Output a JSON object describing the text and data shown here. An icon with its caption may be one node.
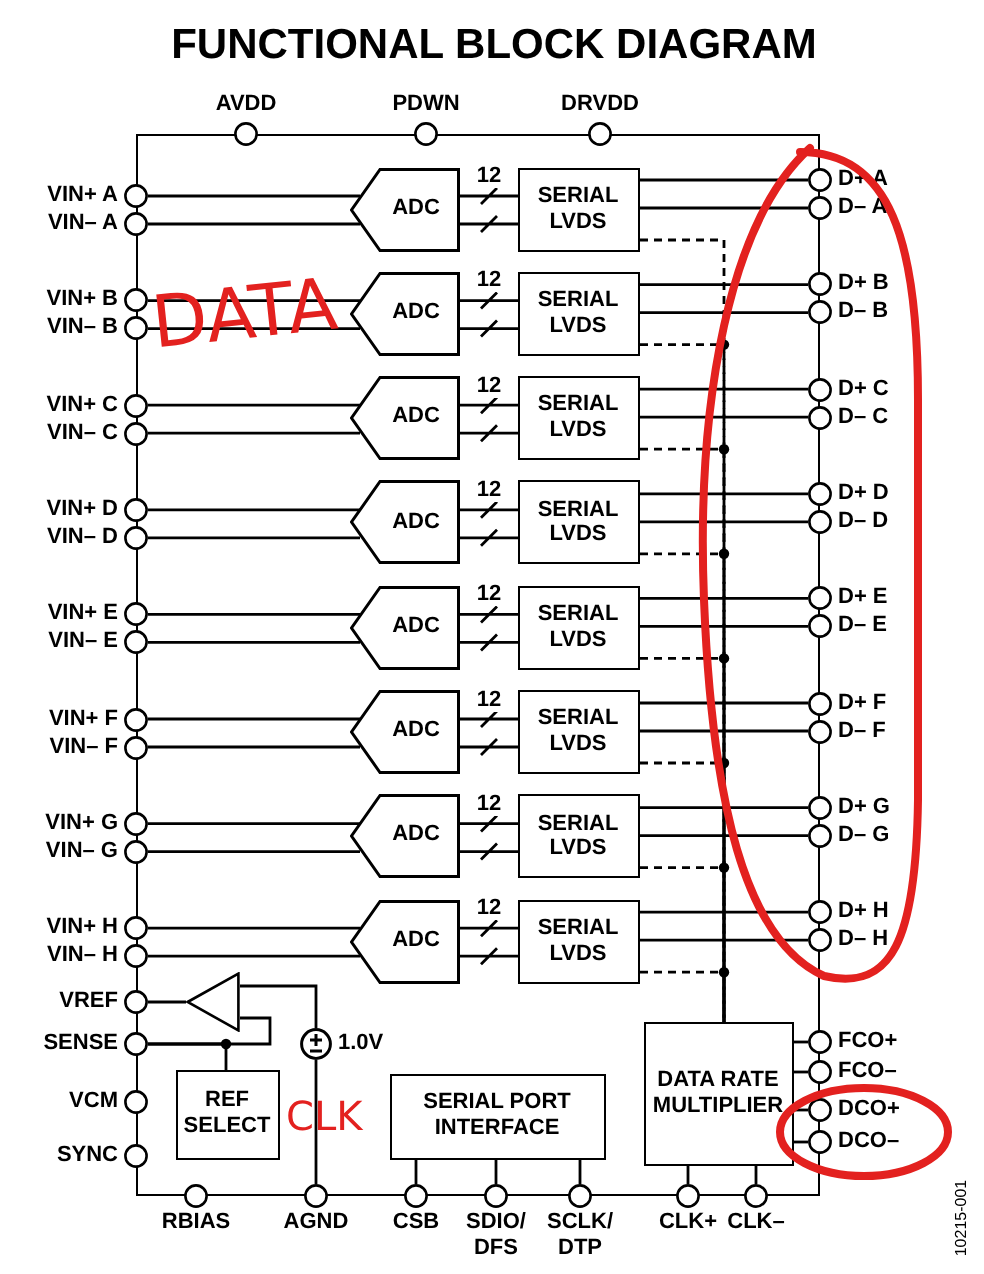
{
  "diagram": {
    "title": "FUNCTIONAL BLOCK DIAGRAM",
    "nodes": [
      {
        "text": [],
        "shape": "box"
      },
      {
        "text": [],
        "shape": "circle",
        "beside": [
          "AVDD"
        ]
      },
      {
        "text": [],
        "shape": "circle",
        "beside": [
          "PDWN"
        ]
      },
      {
        "text": [],
        "shape": "circle",
        "beside": [
          "DRVDD"
        ]
      },
      {
        "text": [],
        "shape": "circle",
        "beside": [
          "VIN+ A"
        ]
      },
      {
        "text": [],
        "shape": "circle",
        "beside": [
          "VIN– A"
        ]
      },
      {
        "text": [
          "ADC"
        ],
        "in": 0
      },
      {
        "text": [
          "SERIAL LVDS"
        ],
        "in": 0
      },
      {
        "text": [],
        "shape": "circle",
        "beside": [
          "D+ A"
        ]
      },
      {
        "text": [],
        "shape": "circle",
        "beside": [
          "D– A"
        ]
      },
      {
        "text": [],
        "shape": "circle",
        "beside": [
          "VIN+ B"
        ]
      },
      {
        "text": [],
        "shape": "circle",
        "beside": [
          "VIN– B"
        ]
      },
      {
        "text": [
          "ADC"
        ],
        "in": 0
      },
      {
        "text": [
          "SERIAL LVDS"
        ],
        "in": 0
      },
      {
        "text": [],
        "shape": "circle",
        "beside": [
          "D+ B"
        ]
      },
      {
        "text": [],
        "shape": "circle",
        "beside": [
          "D– B"
        ]
      },
      {
        "text": [],
        "shape": "circle",
        "beside": [
          "VIN+ C"
        ]
      },
      {
        "text": [],
        "shape": "circle",
        "beside": [
          "VIN– C"
        ]
      },
      {
        "text": [
          "ADC"
        ],
        "in": 0
      },
      {
        "text": [
          "SERIAL LVDS"
        ],
        "in": 0
      },
      {
        "text": [],
        "shape": "circle",
        "beside": [
          "D+ C"
        ]
      },
      {
        "text": [],
        "shape": "circle",
        "beside": [
          "D– C"
        ]
      },
      {
        "text": [],
        "shape": "circle",
        "beside": [
          "VIN+ D"
        ]
      },
      {
        "text": [],
        "shape": "circle",
        "beside": [
          "VIN– D"
        ]
      },
      {
        "text": [
          "ADC"
        ],
        "in": 0
      },
      {
        "text": [
          "SERIAL LVDS"
        ],
        "in": 0
      },
      {
        "text": [],
        "shape": "circle",
        "beside": [
          "D+ D"
        ]
      },
      {
        "text": [],
        "shape": "circle",
        "beside": [
          "D– D"
        ]
      },
      {
        "text": [],
        "shape": "circle",
        "beside": [
          "VIN+ E"
        ]
      },
      {
        "text": [],
        "shape": "circle",
        "beside": [
          "VIN– E"
        ]
      },
      {
        "text": [
          "ADC"
        ],
        "in": 0
      },
      {
        "text": [
          "SERIAL LVDS"
        ],
        "in": 0
      },
      {
        "text": [],
        "shape": "circle",
        "beside": [
          "D+ E"
        ]
      },
      {
        "text": [],
        "shape": "circle",
        "beside": [
          "D– E"
        ]
      },
      {
        "text": [],
        "shape": "circle",
        "beside": [
          "VIN+ F"
        ]
      },
      {
        "text": [],
        "shape": "circle",
        "beside": [
          "VIN– F"
        ]
      },
      {
        "text": [
          "ADC"
        ],
        "in": 0
      },
      {
        "text": [
          "SERIAL LVDS"
        ],
        "in": 0
      },
      {
        "text": [],
        "shape": "circle",
        "beside": [
          "D+ F"
        ]
      },
      {
        "text": [],
        "shape": "circle",
        "beside": [
          "D– F"
        ]
      },
      {
        "text": [],
        "shape": "circle",
        "beside": [
          "VIN+ G"
        ]
      },
      {
        "text": [],
        "shape": "circle",
        "beside": [
          "VIN– G"
        ]
      },
      {
        "text": [
          "ADC"
        ],
        "in": 0
      },
      {
        "text": [
          "SERIAL LVDS"
        ],
        "in": 0
      },
      {
        "text": [],
        "shape": "circle",
        "beside": [
          "D+ G"
        ]
      },
      {
        "text": [],
        "shape": "circle",
        "beside": [
          "D– G"
        ]
      },
      {
        "text": [],
        "shape": "circle",
        "beside": [
          "VIN+ H"
        ]
      },
      {
        "text": [],
        "shape": "circle",
        "beside": [
          "VIN– H"
        ]
      },
      {
        "text": [
          "ADC"
        ],
        "in": 0
      },
      {
        "text": [
          "SERIAL LVDS"
        ],
        "in": 0
      },
      {
        "text": [],
        "shape": "circle",
        "beside": [
          "D+ H"
        ]
      },
      {
        "text": [],
        "shape": "circle",
        "beside": [
          "D– H"
        ]
      },
      {
        "text": [],
        "shape": "triangle",
        "in": 0
      },
      {
        "text": [],
        "shape": "circle",
        "beside": [
          "VREF"
        ]
      },
      {
        "text": [],
        "shape": "circle",
        "in": 0,
        "beside": [
          "1.0V"
        ]
      },
      {
        "text": [],
        "shape": "circle",
        "beside": [
          "SENSE"
        ]
      },
      {
        "text": [
          "REF SELECT"
        ],
        "in": 0
      },
      {
        "text": [],
        "shape": "circle",
        "beside": [
          "VCM"
        ]
      },
      {
        "text": [],
        "shape": "circle",
        "beside": [
          "SYNC"
        ]
      },
      {
        "text": [
          "SERIAL PORT INTERFACE"
        ],
        "in": 0
      },
      {
        "text": [
          "DATA RATE MULTIPLIER"
        ],
        "in": 0
      },
      {
        "text": [],
        "shape": "circle",
        "beside": [
          "FCO+"
        ]
      },
      {
        "text": [],
        "shape": "circle",
        "beside": [
          "FCO–"
        ]
      },
      {
        "text": [],
        "shape": "circle",
        "beside": [
          "DCO+"
        ]
      },
      {
        "text": [],
        "shape": "circle",
        "beside": [
          "DCO–"
        ]
      },
      {
        "text": [],
        "shape": "circle",
        "beside": [
          "RBIAS"
        ]
      },
      {
        "text": [],
        "shape": "circle",
        "beside": [
          "AGND"
        ]
      },
      {
        "text": [],
        "shape": "circle",
        "beside": [
          "CSB"
        ]
      },
      {
        "text": [],
        "shape": "circle",
        "beside": [
          "SDIO/ DFS"
        ]
      },
      {
        "text": [],
        "shape": "circle",
        "beside": [
          "SCLK/ DTP"
        ]
      },
      {
        "text": [],
        "shape": "circle",
        "beside": [
          "CLK+"
        ]
      },
      {
        "text": [],
        "shape": "circle",
        "beside": [
          "CLK–"
        ]
      }
    ],
    "edges": [
      {
        "from": 4,
        "to": 6,
        "arrow": "none"
      },
      {
        "from": 5,
        "to": 6,
        "arrow": "none"
      },
      {
        "from": 6,
        "to": 7,
        "arrow": "none",
        "label": "12"
      },
      {
        "from": 6,
        "to": 7,
        "arrow": "none"
      },
      {
        "from": 7,
        "to": 8,
        "arrow": "none"
      },
      {
        "from": 7,
        "to": 9,
        "arrow": "none"
      },
      {
        "from": 7,
        "to": 60,
        "arrow": "none",
        "style": "dashed"
      },
      {
        "from": 10,
        "to": 12,
        "arrow": "none"
      },
      {
        "from": 11,
        "to": 12,
        "arrow": "none"
      },
      {
        "from": 12,
        "to": 13,
        "arrow": "none",
        "label": "12"
      },
      {
        "from": 12,
        "to": 13,
        "arrow": "none"
      },
      {
        "from": 13,
        "to": 14,
        "arrow": "none"
      },
      {
        "from": 13,
        "to": 15,
        "arrow": "none"
      },
      {
        "from": 13,
        "to": 60,
        "arrow": "none",
        "style": "dashed"
      },
      {
        "from": 16,
        "to": 18,
        "arrow": "none"
      },
      {
        "from": 17,
        "to": 18,
        "arrow": "none"
      },
      {
        "from": 18,
        "to": 19,
        "arrow": "none",
        "label": "12"
      },
      {
        "from": 18,
        "to": 19,
        "arrow": "none"
      },
      {
        "from": 19,
        "to": 20,
        "arrow": "none"
      },
      {
        "from": 19,
        "to": 21,
        "arrow": "none"
      },
      {
        "from": 19,
        "to": 60,
        "arrow": "none",
        "style": "dashed"
      },
      {
        "from": 22,
        "to": 24,
        "arrow": "none"
      },
      {
        "from": 23,
        "to": 24,
        "arrow": "none"
      },
      {
        "from": 24,
        "to": 25,
        "arrow": "none",
        "label": "12"
      },
      {
        "from": 24,
        "to": 25,
        "arrow": "none"
      },
      {
        "from": 25,
        "to": 26,
        "arrow": "none"
      },
      {
        "from": 25,
        "to": 27,
        "arrow": "none"
      },
      {
        "from": 25,
        "to": 60,
        "arrow": "none",
        "style": "dashed"
      },
      {
        "from": 28,
        "to": 30,
        "arrow": "none"
      },
      {
        "from": 29,
        "to": 30,
        "arrow": "none"
      },
      {
        "from": 30,
        "to": 31,
        "arrow": "none",
        "label": "12"
      },
      {
        "from": 30,
        "to": 31,
        "arrow": "none"
      },
      {
        "from": 31,
        "to": 32,
        "arrow": "none"
      },
      {
        "from": 31,
        "to": 33,
        "arrow": "none"
      },
      {
        "from": 31,
        "to": 60,
        "arrow": "none",
        "style": "dashed"
      },
      {
        "from": 34,
        "to": 36,
        "arrow": "none"
      },
      {
        "from": 35,
        "to": 36,
        "arrow": "none"
      },
      {
        "from": 36,
        "to": 37,
        "arrow": "none",
        "label": "12"
      },
      {
        "from": 36,
        "to": 37,
        "arrow": "none"
      },
      {
        "from": 37,
        "to": 38,
        "arrow": "none"
      },
      {
        "from": 37,
        "to": 39,
        "arrow": "none"
      },
      {
        "from": 37,
        "to": 60,
        "arrow": "none",
        "style": "dashed"
      },
      {
        "from": 40,
        "to": 42,
        "arrow": "none"
      },
      {
        "from": 41,
        "to": 42,
        "arrow": "none"
      },
      {
        "from": 42,
        "to": 43,
        "arrow": "none",
        "label": "12"
      },
      {
        "from": 42,
        "to": 43,
        "arrow": "none"
      },
      {
        "from": 43,
        "to": 44,
        "arrow": "none"
      },
      {
        "from": 43,
        "to": 45,
        "arrow": "none"
      },
      {
        "from": 43,
        "to": 60,
        "arrow": "none",
        "style": "dashed"
      },
      {
        "from": 46,
        "to": 48,
        "arrow": "none"
      },
      {
        "from": 47,
        "to": 48,
        "arrow": "none"
      },
      {
        "from": 48,
        "to": 49,
        "arrow": "none",
        "label": "12"
      },
      {
        "from": 48,
        "to": 49,
        "arrow": "none"
      },
      {
        "from": 49,
        "to": 50,
        "arrow": "none"
      },
      {
        "from": 49,
        "to": 51,
        "arrow": "none"
      },
      {
        "from": 49,
        "to": 60,
        "arrow": "none",
        "style": "dashed"
      },
      {
        "from": 52,
        "to": 53,
        "arrow": "none"
      },
      {
        "from": 55,
        "to": 52,
        "arrow": "none"
      },
      {
        "from": 55,
        "to": 56,
        "arrow": "none"
      },
      {
        "from": 54,
        "to": 52,
        "arrow": "none"
      },
      {
        "from": 66,
        "to": 54,
        "arrow": "none"
      },
      {
        "from": 60,
        "to": 61,
        "arrow": "none"
      },
      {
        "from": 60,
        "to": 62,
        "arrow": "none"
      },
      {
        "from": 60,
        "to": 63,
        "arrow": "none"
      },
      {
        "from": 60,
        "to": 64,
        "arrow": "none"
      },
      {
        "from": 70,
        "to": 60,
        "arrow": "none"
      },
      {
        "from": 71,
        "to": 60,
        "arrow": "none"
      },
      {
        "from": 59,
        "to": 67,
        "arrow": "none"
      },
      {
        "from": 59,
        "to": 68,
        "arrow": "none"
      },
      {
        "from": 59,
        "to": 69,
        "arrow": "none"
      }
    ],
    "labels": [
      "DATA",
      "CLK",
      "10215-001"
    ]
  }
}
